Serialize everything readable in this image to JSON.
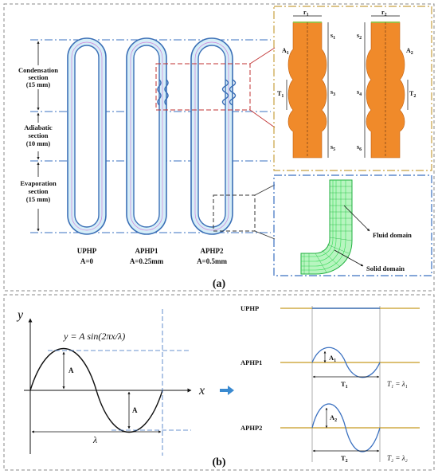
{
  "panel_a": {
    "label": "(a)",
    "sections": [
      {
        "name": "Condensation section",
        "size": "(15 mm)"
      },
      {
        "name": "Adiabatic section",
        "size": "(10 mm)"
      },
      {
        "name": "Evaporation section",
        "size": "(15 mm)"
      }
    ],
    "section_lines": {
      "l1": "Condensation",
      "l2": "section",
      "l3": "(15 mm)",
      "a1": "Adiabatic",
      "a2": "section",
      "a3": "(10 mm)",
      "e1": "Evaporation",
      "e2": "section",
      "e3": "(15 mm)"
    },
    "pipes": [
      {
        "name": "UPHP",
        "amp": "A=0"
      },
      {
        "name": "APHP1",
        "amp": "A=0.25mm"
      },
      {
        "name": "APHP2",
        "amp": "A=0.5mm"
      }
    ],
    "detail": {
      "r1": "r",
      "r1sub": "1",
      "r2": "r",
      "r2sub": "2",
      "s1": "s",
      "s1sub": "1",
      "s2": "s",
      "s2sub": "2",
      "s3": "s",
      "s3sub": "3",
      "s4": "s",
      "s4sub": "4",
      "s5": "s",
      "s5sub": "5",
      "s6": "s",
      "s6sub": "6",
      "A1": "A",
      "A1sub": "1",
      "A2": "A",
      "A2sub": "2",
      "T1": "T",
      "T1sub": "1",
      "T2": "T",
      "T2sub": "2"
    },
    "mesh": {
      "fluid": "Fluid domain",
      "solid": "Solid domain"
    }
  },
  "panel_b": {
    "label": "(b)",
    "y_axis": "y",
    "x_axis": "x",
    "equation": "y = A sin(2πx/λ)",
    "amp_label": "A",
    "wavelength": "λ",
    "rows": [
      {
        "name": "UPHP"
      },
      {
        "name": "APHP1",
        "amp": "A",
        "amp_sub": "1",
        "period": "T",
        "period_sub": "1",
        "relation": "T₁ = λ₁"
      },
      {
        "name": "APHP2",
        "amp": "A",
        "amp_sub": "2",
        "period": "T",
        "period_sub": "2",
        "relation": "T₂ = λ₂"
      }
    ]
  },
  "colors": {
    "pipe_fill": "#d6eef8",
    "pipe_stroke": "#3b6fb6",
    "inner_line": "#d080d8",
    "copper": "#f08a2a",
    "frame_orange": "#c8a040",
    "frame_blue": "#3a70c0",
    "mesh_green": "#33dd55",
    "arrow_blue": "#3a8ad0",
    "gold_line": "#c89a20"
  }
}
